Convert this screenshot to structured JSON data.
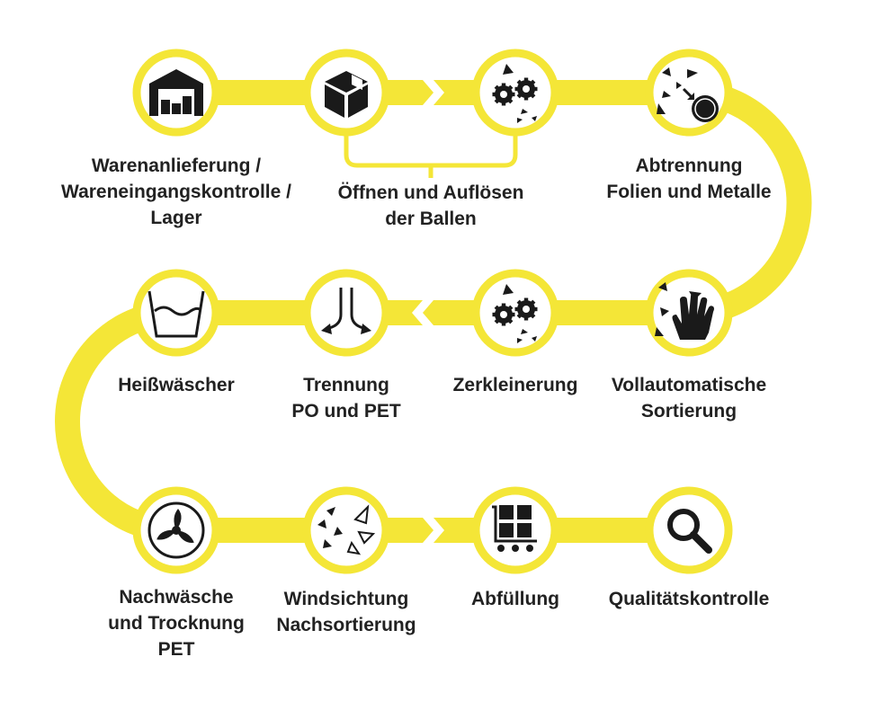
{
  "colors": {
    "track": "#f4e637",
    "ring": "#f4e637",
    "circle_fill": "#ffffff",
    "icon": "#1a1a1a",
    "text": "#222222"
  },
  "steps": [
    {
      "id": "warenanlieferung",
      "icon": "warehouse-icon",
      "lines": [
        "Warenanlieferung /",
        "Wareneingangskontrolle /",
        "Lager"
      ]
    },
    {
      "id": "oeffnen",
      "icon": "box-icon",
      "lines": [],
      "group_label": [
        "Öffnen und Auflösen",
        "der Ballen"
      ]
    },
    {
      "id": "aufloesen",
      "icon": "gears-icon",
      "lines": []
    },
    {
      "id": "abtrennung",
      "icon": "magnet-separation-icon",
      "lines": [
        "Abtrennung",
        "Folien und Metalle"
      ]
    },
    {
      "id": "sortierung",
      "icon": "hand-sorting-icon",
      "lines": [
        "Vollautomatische",
        "Sortierung"
      ]
    },
    {
      "id": "zerkleinerung",
      "icon": "gears-icon",
      "lines": [
        "Zerkleinerung"
      ]
    },
    {
      "id": "trennung",
      "icon": "split-arrows-icon",
      "lines": [
        "Trennung",
        "PO und PET"
      ]
    },
    {
      "id": "heisswaescher",
      "icon": "washer-icon",
      "lines": [
        "Heißwäscher"
      ]
    },
    {
      "id": "nachwaesche",
      "icon": "fan-icon",
      "lines": [
        "Nachwäsche",
        "und Trocknung",
        "PET"
      ]
    },
    {
      "id": "windsichtung",
      "icon": "flakes-icon",
      "lines": [
        "Windsichtung",
        "Nachsortierung"
      ]
    },
    {
      "id": "abfuellung",
      "icon": "cart-icon",
      "lines": [
        "Abfüllung"
      ]
    },
    {
      "id": "qualitaet",
      "icon": "magnifier-icon",
      "lines": [
        "Qualitätskontrolle"
      ]
    }
  ]
}
